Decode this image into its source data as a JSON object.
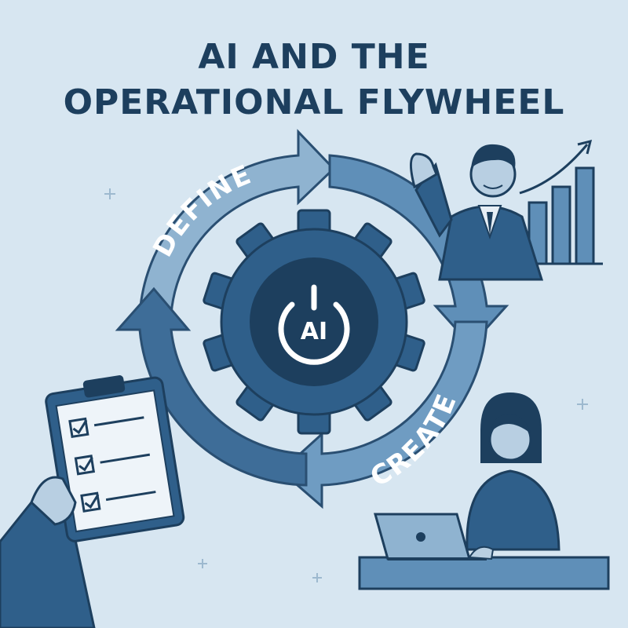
{
  "title": {
    "line1": "AI AND THE",
    "line2": "OPERATIONAL FLYWHEEL"
  },
  "cycle": {
    "stage_top": "DEFINE",
    "stage_bottom": "CREATE"
  },
  "center": {
    "badge_text": "AI",
    "icon": "gear-power-icon"
  },
  "colors": {
    "background": "#d7e6f1",
    "navy": "#1d3f5e",
    "gear": "#2f5f8a",
    "arrow_light": "#8fb3d0",
    "arrow_mid": "#5f8fb8",
    "arrow_dark": "#3e6d98"
  },
  "illustrations": [
    "businessman-waving",
    "growth-bar-chart-icon",
    "woman-at-laptop",
    "hand-holding-checklist-clipboard"
  ]
}
